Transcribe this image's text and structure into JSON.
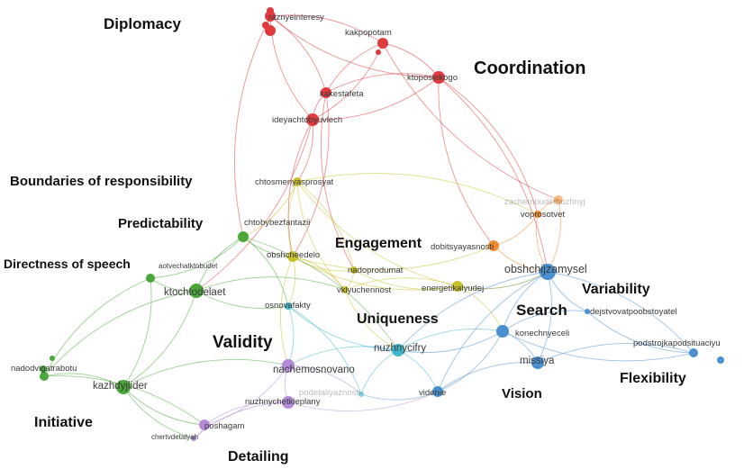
{
  "colors": {
    "red": "#e03a3e",
    "orange": "#f08a2c",
    "yellow": "#c9c12a",
    "green": "#4aa83a",
    "cyan": "#3fb8cf",
    "blue": "#4a8fd0",
    "purple": "#b48ad8",
    "grey": "#9b9b9b"
  },
  "nodes": [
    {
      "id": "razn",
      "label": "raznyeinteresy",
      "group": "red"
    },
    {
      "id": "kakp",
      "label": "kakpopotam",
      "group": "red"
    },
    {
      "id": "ktop",
      "label": "ktoposlekogo",
      "group": "red"
    },
    {
      "id": "kake",
      "label": "kakestafeta",
      "group": "red"
    },
    {
      "id": "idey",
      "label": "ideyachtobyuvlech",
      "group": "red"
    },
    {
      "id": "chto",
      "label": "chtosmenyasprosyat",
      "group": "yellow"
    },
    {
      "id": "zach",
      "label": "zachembudetnuzhnyj",
      "group": "orange"
    },
    {
      "id": "vopr",
      "label": "voprosotvet",
      "group": "orange"
    },
    {
      "id": "dobi",
      "label": "dobitsyayasnosti",
      "group": "orange"
    },
    {
      "id": "obsz",
      "label": "obshchijzamysel",
      "group": "blue"
    },
    {
      "id": "chtb",
      "label": "chtobybezfantazii",
      "group": "green"
    },
    {
      "id": "obsc",
      "label": "obshcheedelo",
      "group": "yellow"
    },
    {
      "id": "aotv",
      "label": "aotvechatktobudet",
      "group": "green"
    },
    {
      "id": "ktoc",
      "label": "ktochtodelaet",
      "group": "green"
    },
    {
      "id": "nado",
      "label": "nadoprodumat",
      "group": "yellow"
    },
    {
      "id": "vkly",
      "label": "vklyuchennost",
      "group": "yellow"
    },
    {
      "id": "ener",
      "label": "energetikalyudej",
      "group": "yellow"
    },
    {
      "id": "dejs",
      "label": "dejstvovatpoobstoyatel",
      "group": "blue"
    },
    {
      "id": "osno",
      "label": "osnovafakty",
      "group": "cyan"
    },
    {
      "id": "kone",
      "label": "konechnyeceli",
      "group": "blue"
    },
    {
      "id": "pods",
      "label": "podstrojkapodsituaciyu",
      "group": "blue"
    },
    {
      "id": "nuzc",
      "label": "nuzhnycifry",
      "group": "cyan"
    },
    {
      "id": "miss",
      "label": "missiya",
      "group": "blue"
    },
    {
      "id": "nacn",
      "label": "nachemosnovano",
      "group": "purple"
    },
    {
      "id": "nado2",
      "label": "nadodvigatrabotu",
      "group": "green"
    },
    {
      "id": "kazh",
      "label": "kazhdyjlider",
      "group": "green"
    },
    {
      "id": "pode",
      "label": "podetaliyaznosti",
      "group": "cyan"
    },
    {
      "id": "vide",
      "label": "videnie",
      "group": "blue"
    },
    {
      "id": "nuzp",
      "label": "nuzhnychetkieplany",
      "group": "purple"
    },
    {
      "id": "posh",
      "label": "poshagam",
      "group": "purple"
    },
    {
      "id": "cher",
      "label": "chertvdetalyah",
      "group": "purple"
    }
  ],
  "clusters": [
    {
      "id": "diplomacy",
      "label": "Diplomacy"
    },
    {
      "id": "coordination",
      "label": "Coordination"
    },
    {
      "id": "boundaries",
      "label": "Boundaries of responsibility"
    },
    {
      "id": "predictability",
      "label": "Predictability"
    },
    {
      "id": "engagement",
      "label": "Engagement"
    },
    {
      "id": "directness",
      "label": "Directness of speech"
    },
    {
      "id": "variability",
      "label": "Variability"
    },
    {
      "id": "search",
      "label": "Search"
    },
    {
      "id": "uniqueness",
      "label": "Uniqueness"
    },
    {
      "id": "validity",
      "label": "Validity"
    },
    {
      "id": "flexibility",
      "label": "Flexibility"
    },
    {
      "id": "vision",
      "label": "Vision"
    },
    {
      "id": "initiative",
      "label": "Initiative"
    },
    {
      "id": "detailing",
      "label": "Detailing"
    }
  ],
  "edges": [
    [
      "razn",
      "kakp"
    ],
    [
      "razn",
      "ktop"
    ],
    [
      "razn",
      "kake"
    ],
    [
      "razn",
      "idey"
    ],
    [
      "kakp",
      "ktop"
    ],
    [
      "kakp",
      "kake"
    ],
    [
      "kakp",
      "idey"
    ],
    [
      "ktop",
      "kake"
    ],
    [
      "ktop",
      "idey"
    ],
    [
      "kake",
      "idey"
    ],
    [
      "ktop",
      "vopr"
    ],
    [
      "ktop",
      "dobi"
    ],
    [
      "ktop",
      "obsz"
    ],
    [
      "kakp",
      "zach"
    ],
    [
      "idey",
      "chto"
    ],
    [
      "idey",
      "obsc"
    ],
    [
      "kake",
      "obsc"
    ],
    [
      "razn",
      "chtb"
    ],
    [
      "idey",
      "ktoc"
    ],
    [
      "kake",
      "nado"
    ],
    [
      "chto",
      "chtb"
    ],
    [
      "chto",
      "obsc"
    ],
    [
      "chto",
      "nado"
    ],
    [
      "chto",
      "vkly"
    ],
    [
      "chto",
      "vopr"
    ],
    [
      "chto",
      "ener"
    ],
    [
      "vopr",
      "dobi"
    ],
    [
      "vopr",
      "obsz"
    ],
    [
      "zach",
      "obsz"
    ],
    [
      "dobi",
      "obsz"
    ],
    [
      "vopr",
      "zach"
    ],
    [
      "obsz",
      "kone"
    ],
    [
      "obsz",
      "miss"
    ],
    [
      "obsz",
      "dejs"
    ],
    [
      "obsz",
      "pods"
    ],
    [
      "obsz",
      "vide"
    ],
    [
      "obsz",
      "ener"
    ],
    [
      "obsz",
      "nuzc"
    ],
    [
      "kone",
      "miss"
    ],
    [
      "kone",
      "pods"
    ],
    [
      "kone",
      "nuzc"
    ],
    [
      "miss",
      "vide"
    ],
    [
      "miss",
      "pods"
    ],
    [
      "dejs",
      "pods"
    ],
    [
      "kone",
      "dejs"
    ],
    [
      "chtb",
      "ktoc"
    ],
    [
      "chtb",
      "aotv"
    ],
    [
      "chtb",
      "obsc"
    ],
    [
      "chtb",
      "osno"
    ],
    [
      "aotv",
      "ktoc"
    ],
    [
      "ktoc",
      "kazh"
    ],
    [
      "ktoc",
      "nado2"
    ],
    [
      "aotv",
      "kazh"
    ],
    [
      "aotv",
      "nado2"
    ],
    [
      "nado2",
      "kazh"
    ],
    [
      "kazh",
      "posh"
    ],
    [
      "kazh",
      "nacn"
    ],
    [
      "kazh",
      "cher"
    ],
    [
      "ktoc",
      "vkly"
    ],
    [
      "obsc",
      "nado"
    ],
    [
      "obsc",
      "vkly"
    ],
    [
      "obsc",
      "ener"
    ],
    [
      "obsc",
      "osno"
    ],
    [
      "obsc",
      "dobi"
    ],
    [
      "nado",
      "vkly"
    ],
    [
      "nado",
      "ener"
    ],
    [
      "vkly",
      "ener"
    ],
    [
      "ener",
      "obsz"
    ],
    [
      "ener",
      "kone"
    ],
    [
      "vkly",
      "nuzc"
    ],
    [
      "osno",
      "nacn"
    ],
    [
      "osno",
      "nuzc"
    ],
    [
      "osno",
      "pode"
    ],
    [
      "nuzc",
      "pode"
    ],
    [
      "nuzc",
      "vide"
    ],
    [
      "nuzc",
      "nacn"
    ],
    [
      "nuzc",
      "kone"
    ],
    [
      "nacn",
      "nuzp"
    ],
    [
      "nacn",
      "posh"
    ],
    [
      "nuzp",
      "posh"
    ],
    [
      "posh",
      "cher"
    ],
    [
      "nuzp",
      "cher"
    ],
    [
      "nacn",
      "pode"
    ],
    [
      "nuzp",
      "vide"
    ],
    [
      "vide",
      "pode"
    ],
    [
      "vide",
      "kone"
    ],
    [
      "nado2",
      "posh"
    ],
    [
      "ktoc",
      "osno"
    ],
    [
      "chtb",
      "nuzc"
    ],
    [
      "obsc",
      "nacn"
    ]
  ]
}
